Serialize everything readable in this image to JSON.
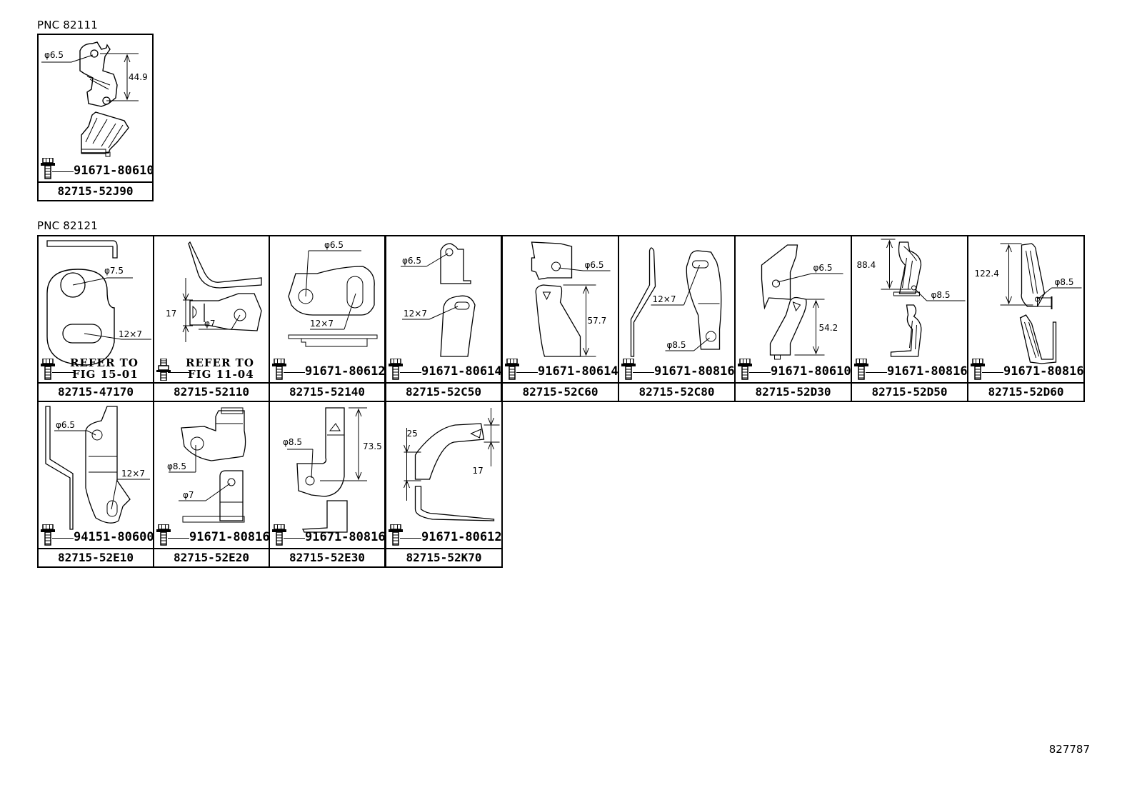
{
  "groups": [
    {
      "pnc_label": "PNC 82111",
      "parts": [
        {
          "part_no": "82715-52J90",
          "bolt": "91671-80610",
          "dims": [
            "φ6.5",
            "44.9"
          ]
        }
      ]
    },
    {
      "pnc_label": "PNC 82121",
      "parts": [
        {
          "part_no": "82715-47170",
          "bolt": "",
          "refer": [
            "REFER TO",
            "FIG 15-01"
          ],
          "dims": [
            "φ7.5",
            "12×7"
          ]
        },
        {
          "part_no": "82715-52110",
          "bolt": "",
          "refer": [
            "REFER TO",
            "FIG 11-04"
          ],
          "dims": [
            "17",
            "φ7"
          ]
        },
        {
          "part_no": "82715-52140",
          "bolt": "91671-80612",
          "dims": [
            "φ6.5",
            "12×7"
          ]
        },
        {
          "part_no": "82715-52C50",
          "bolt": "91671-80614",
          "dims": [
            "φ6.5",
            "12×7"
          ]
        },
        {
          "part_no": "82715-52C60",
          "bolt": "91671-80614",
          "dims": [
            "φ6.5",
            "57.7"
          ]
        },
        {
          "part_no": "82715-52C80",
          "bolt": "91671-80816",
          "dims": [
            "12×7",
            "φ8.5"
          ]
        },
        {
          "part_no": "82715-52D30",
          "bolt": "91671-80610",
          "dims": [
            "φ6.5",
            "54.2"
          ]
        },
        {
          "part_no": "82715-52D50",
          "bolt": "91671-80816",
          "dims": [
            "88.4",
            "φ8.5"
          ]
        },
        {
          "part_no": "82715-52D60",
          "bolt": "91671-80816",
          "dims": [
            "122.4",
            "φ8.5"
          ]
        },
        {
          "part_no": "82715-52E10",
          "bolt": "94151-80600",
          "dims": [
            "φ6.5",
            "12×7"
          ]
        },
        {
          "part_no": "82715-52E20",
          "bolt": "91671-80816",
          "dims": [
            "φ8.5",
            "φ7"
          ]
        },
        {
          "part_no": "82715-52E30",
          "bolt": "91671-80816",
          "dims": [
            "φ8.5",
            "73.5"
          ]
        },
        {
          "part_no": "82715-52K70",
          "bolt": "91671-80612",
          "dims": [
            "25",
            "17"
          ]
        }
      ]
    }
  ],
  "diagram_id": "827787"
}
